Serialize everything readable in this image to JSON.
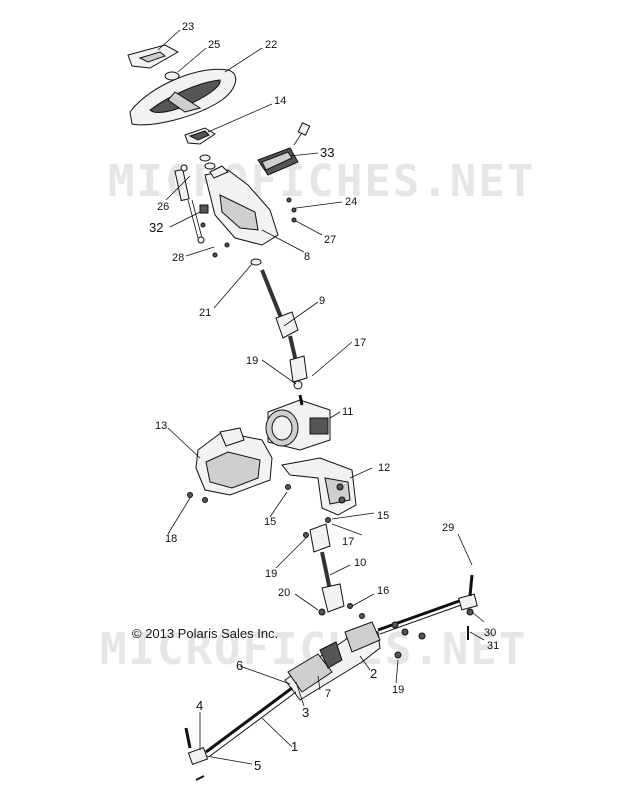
{
  "diagram": {
    "watermark": "MICROFICHES.NET",
    "copyright": "© 2013 Polaris Sales Inc.",
    "callouts": {
      "c23": "23",
      "c25": "25",
      "c22": "22",
      "c14": "14",
      "c33": "33",
      "c26": "26",
      "c24": "24",
      "c32": "32",
      "c27": "27",
      "c28": "28",
      "c8": "8",
      "c21": "21",
      "c9": "9",
      "c19a": "19",
      "c17a": "17",
      "c11": "11",
      "c13": "13",
      "c12": "12",
      "c15a": "15",
      "c15b": "15",
      "c17b": "17",
      "c18": "18",
      "c29": "29",
      "c19b": "19",
      "c10": "10",
      "c20": "20",
      "c16": "16",
      "c30": "30",
      "c31": "31",
      "c6": "6",
      "c2": "2",
      "c7": "7",
      "c19c": "19",
      "c3": "3",
      "c4": "4",
      "c1": "1",
      "c5": "5"
    }
  }
}
